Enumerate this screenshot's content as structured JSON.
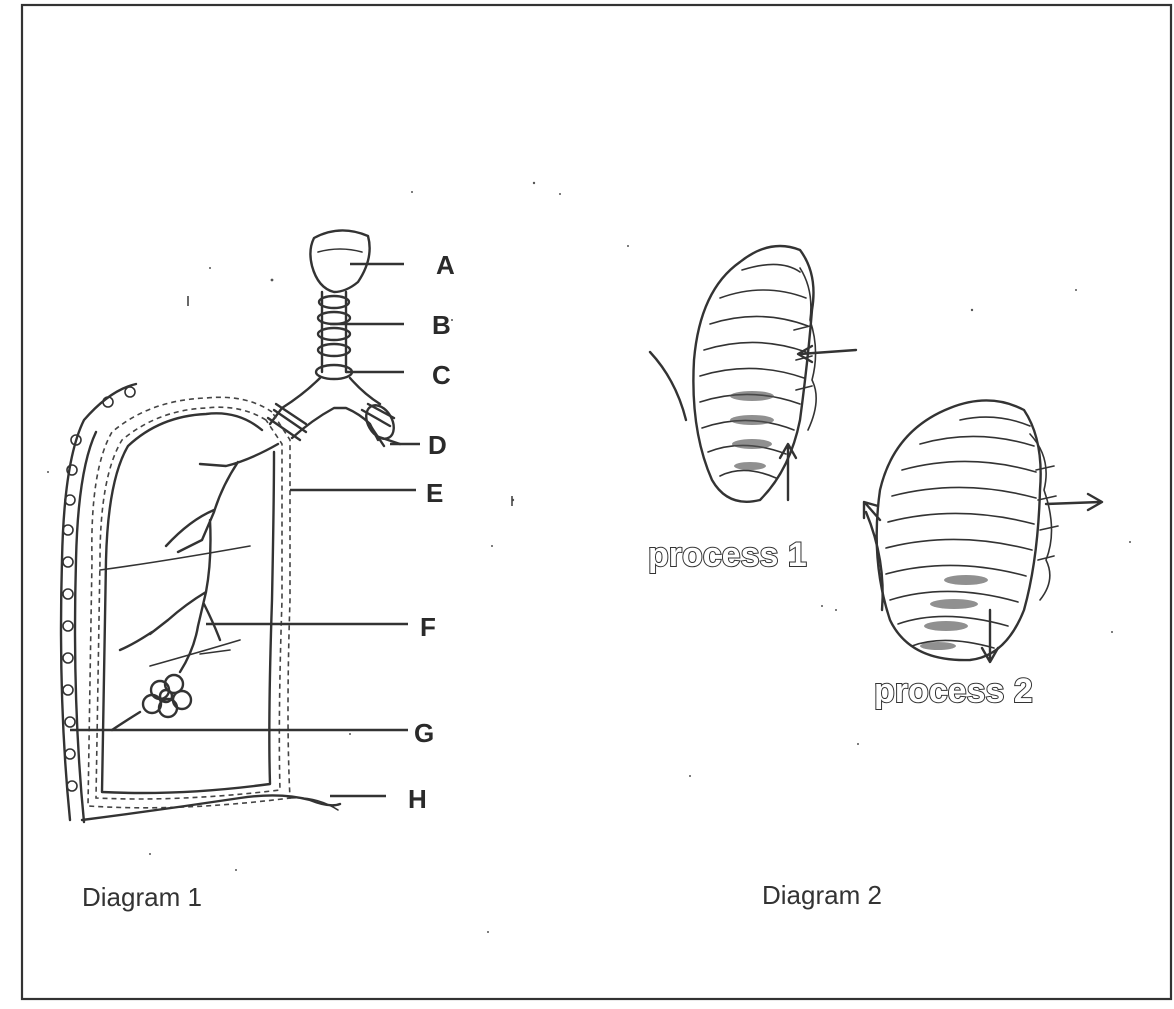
{
  "diagram1": {
    "caption": "Diagram 1",
    "labels": [
      {
        "id": "A",
        "text": "A"
      },
      {
        "id": "B",
        "text": "B"
      },
      {
        "id": "C",
        "text": "C"
      },
      {
        "id": "D",
        "text": "D"
      },
      {
        "id": "E",
        "text": "E"
      },
      {
        "id": "F",
        "text": "F"
      },
      {
        "id": "G",
        "text": "G"
      },
      {
        "id": "H",
        "text": "H"
      }
    ]
  },
  "diagram2": {
    "caption": "Diagram 2",
    "process1": "process 1",
    "process2": "process 2"
  }
}
